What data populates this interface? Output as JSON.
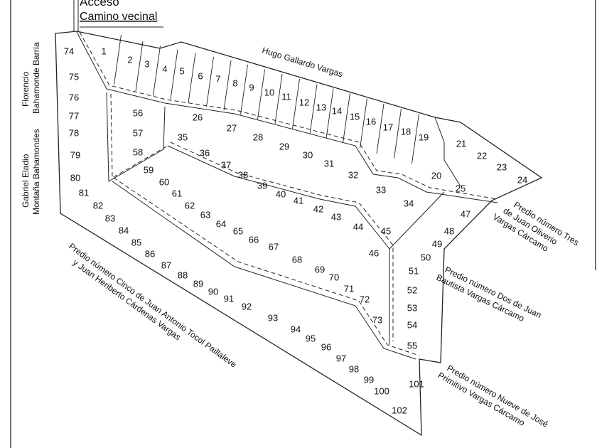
{
  "title": {
    "access": "Acceso",
    "road": "Camino vecinal"
  },
  "neighbors": {
    "north": "Hugo Gallardo Vargas",
    "west_top": [
      "Florencio",
      "Bahamonde Barría"
    ],
    "west_bottom": [
      "Gabriel Eladio",
      "Montaña Bahamondes"
    ],
    "east_top": [
      "Predio número Tres",
      "de Juan Oliverio",
      "Vargas Cárcamo"
    ],
    "east_middle": [
      "Predio número Dos de Juan",
      "Bautista Vargas Cárcamo"
    ],
    "south_east": [
      "Predio número Nueve de José",
      "Primitivo Vargas Cárcamo"
    ],
    "south_west": [
      "Predio número Cinco de Juan Antonio Tocol Paillaleve",
      "y Juan Heriberto Cárdenas Vargas"
    ]
  },
  "lots": [
    "1",
    "2",
    "3",
    "4",
    "5",
    "6",
    "7",
    "8",
    "9",
    "10",
    "11",
    "12",
    "13",
    "14",
    "15",
    "16",
    "17",
    "18",
    "19",
    "20",
    "21",
    "22",
    "23",
    "24",
    "25",
    "26",
    "27",
    "28",
    "29",
    "30",
    "31",
    "32",
    "33",
    "34",
    "35",
    "36",
    "37",
    "38",
    "39",
    "40",
    "41",
    "42",
    "43",
    "44",
    "45",
    "46",
    "47",
    "48",
    "49",
    "50",
    "51",
    "52",
    "53",
    "54",
    "55",
    "56",
    "57",
    "58",
    "59",
    "60",
    "61",
    "62",
    "63",
    "64",
    "65",
    "66",
    "67",
    "68",
    "69",
    "70",
    "71",
    "72",
    "73",
    "74",
    "75",
    "76",
    "77",
    "78",
    "79",
    "80",
    "81",
    "82",
    "83",
    "84",
    "85",
    "86",
    "87",
    "88",
    "89",
    "90",
    "91",
    "92",
    "93",
    "94",
    "95",
    "96",
    "97",
    "98",
    "99",
    "100",
    "101",
    "102"
  ],
  "colors": {
    "line": "#222222",
    "background": "#ffffff"
  }
}
